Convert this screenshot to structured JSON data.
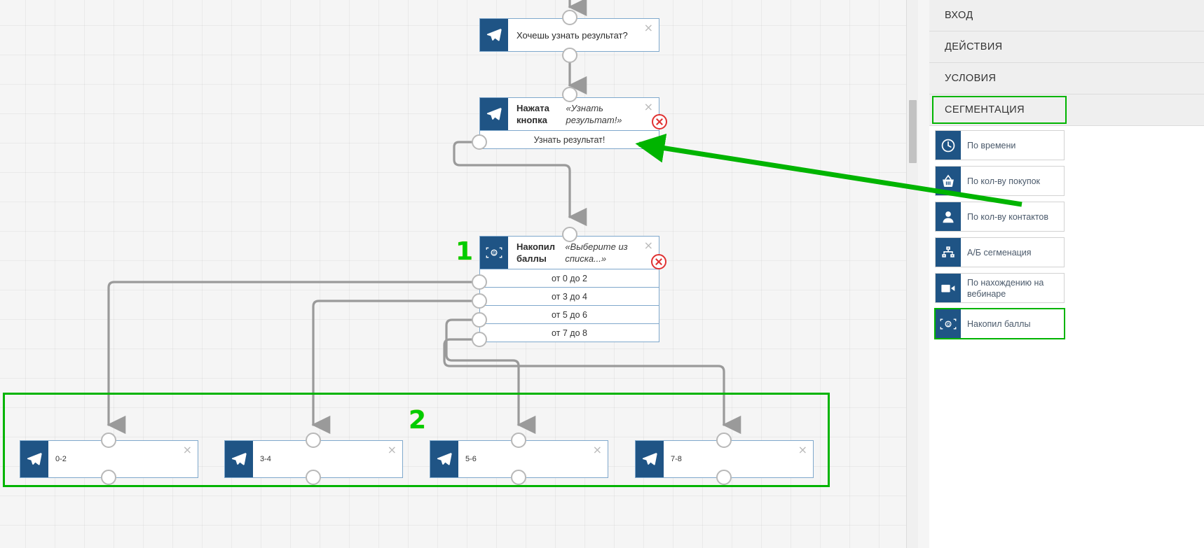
{
  "canvas": {
    "nodes": [
      {
        "id": "n-ask",
        "title_bold": "",
        "title_plain": "Хочешь узнать результат?",
        "title_italic": "",
        "icon": "telegram-icon",
        "close": "×",
        "rows": []
      },
      {
        "id": "n-button",
        "title_bold": "Нажата кнопка ",
        "title_plain": "",
        "title_italic": "«Узнать результат!»",
        "icon": "telegram-icon",
        "close": "×",
        "rows": [
          "Узнать результат!"
        ]
      },
      {
        "id": "n-points",
        "title_bold": "Накопил баллы",
        "title_plain": "",
        "title_italic": "«Выберите из списка...»",
        "icon": "money-icon",
        "close": "×",
        "rows": [
          "от 0 до 2",
          "от 3 до 4",
          "от 5 до 6",
          "от 7 до 8"
        ]
      }
    ],
    "leaf_nodes": [
      {
        "id": "leaf-0-2",
        "label": "0-2",
        "icon": "telegram-icon",
        "close": "×"
      },
      {
        "id": "leaf-3-4",
        "label": "3-4",
        "icon": "telegram-icon",
        "close": "×"
      },
      {
        "id": "leaf-5-6",
        "label": "5-6",
        "icon": "telegram-icon",
        "close": "×"
      },
      {
        "id": "leaf-7-8",
        "label": "7-8",
        "icon": "telegram-icon",
        "close": "×"
      }
    ],
    "markers": [
      {
        "id": "marker-1",
        "text": "1"
      },
      {
        "id": "marker-2",
        "text": "2"
      }
    ]
  },
  "panel": {
    "accordion": [
      {
        "id": "acc-vhod",
        "label": "ВХОД",
        "selected": false
      },
      {
        "id": "acc-deystviya",
        "label": "ДЕЙСТВИЯ",
        "selected": false
      },
      {
        "id": "acc-usloviya",
        "label": "УСЛОВИЯ",
        "selected": false
      },
      {
        "id": "acc-segmentatsia",
        "label": "СЕГМЕНТАЦИЯ",
        "selected": true
      }
    ],
    "tiles": [
      {
        "id": "tile-po-vremeni",
        "label": "По времени",
        "icon": "clock-icon",
        "highlighted": false
      },
      {
        "id": "tile-po-pokupkam",
        "label": "По кол-ву покупок",
        "icon": "basket-icon",
        "highlighted": false
      },
      {
        "id": "tile-po-kontaktam",
        "label": "По кол-ву контактов",
        "icon": "person-icon",
        "highlighted": false
      },
      {
        "id": "tile-ab",
        "label": "А/Б сегменация",
        "icon": "sitemap-icon",
        "highlighted": false
      },
      {
        "id": "tile-webinar",
        "label": "По нахождению на вебинаре",
        "icon": "video-icon",
        "highlighted": false
      },
      {
        "id": "tile-points",
        "label": "Накопил баллы",
        "icon": "money-icon",
        "highlighted": true
      }
    ]
  },
  "colors": {
    "accent_blue": "#1f5485",
    "node_border": "#7fa8cc",
    "annotation_green": "#00b400",
    "marker_green": "#00cc00",
    "error_red": "#e03131",
    "edge_gray": "#9a9a9a",
    "canvas_bg": "#f5f5f5"
  }
}
